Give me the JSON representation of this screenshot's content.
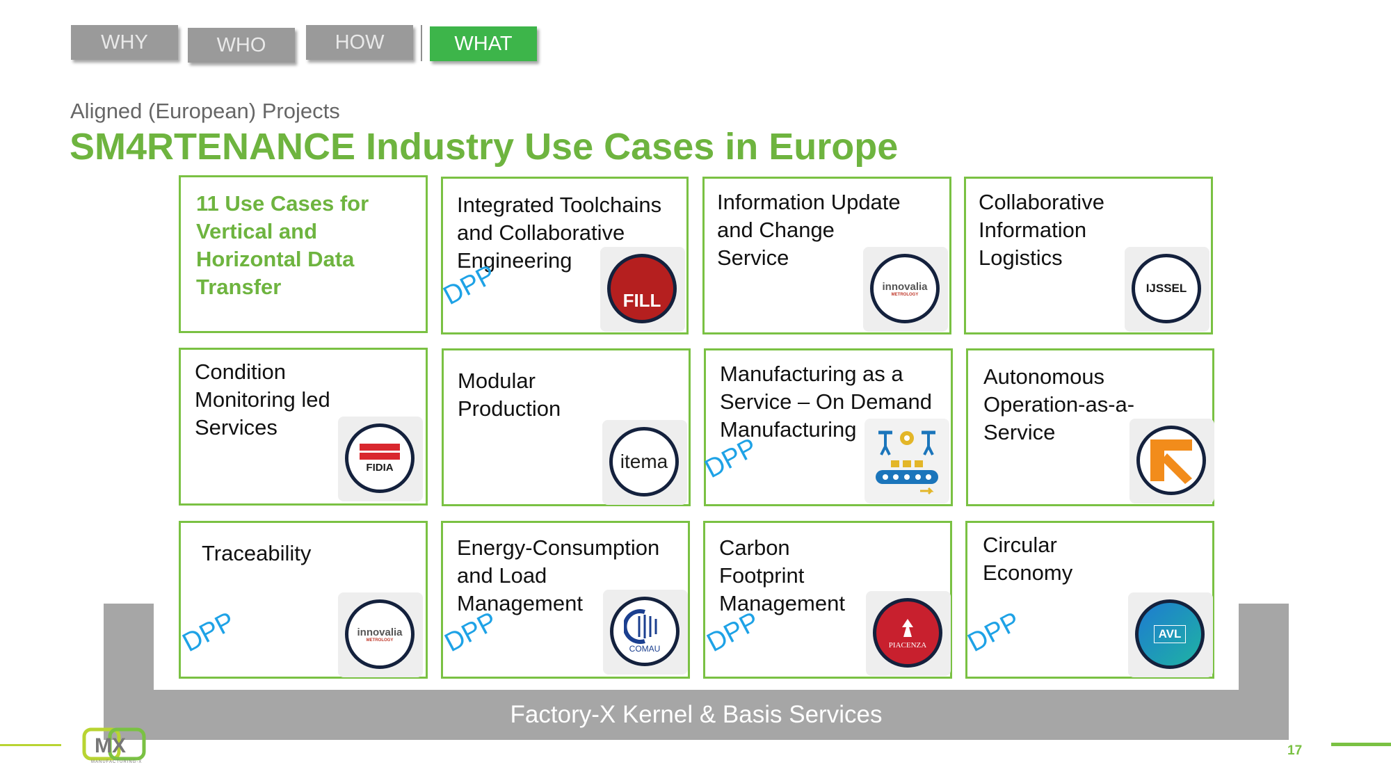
{
  "nav": {
    "tabs": [
      {
        "label": "WHY",
        "active": false
      },
      {
        "label": "WHO",
        "active": false
      },
      {
        "label": "HOW",
        "active": false
      },
      {
        "label": "WHAT",
        "active": true
      }
    ]
  },
  "header": {
    "subtitle": "Aligned (European) Projects",
    "title": "SM4RTENANCE Industry Use Cases in Europe"
  },
  "intro": {
    "label_lines": [
      "11 Use Cases for",
      "Vertical and",
      "Horizontal Data",
      "Transfer"
    ]
  },
  "use_cases": [
    {
      "lines": [
        "Integrated Toolchains",
        "and Collaborative",
        "Engineering"
      ],
      "logo": "FILL",
      "logo_icon": "fill-logo-icon",
      "dpp": "DPP"
    },
    {
      "lines": [
        "Information Update",
        "and Change",
        "Service"
      ],
      "logo": "innovalia",
      "logo_sub": "METROLOGY",
      "logo_icon": "innovalia-logo-icon",
      "dpp": ""
    },
    {
      "lines": [
        "Collaborative",
        "Information",
        "Logistics"
      ],
      "logo": "IJSSEL",
      "logo_icon": "ijssel-logo-icon",
      "dpp": ""
    },
    {
      "lines": [
        "Condition",
        "Monitoring led",
        "Services"
      ],
      "logo": "FIDIA",
      "logo_icon": "fidia-logo-icon",
      "dpp": ""
    },
    {
      "lines": [
        "Modular",
        "Production"
      ],
      "logo": "itema",
      "logo_icon": "itema-logo-icon",
      "dpp": ""
    },
    {
      "lines": [
        "Manufacturing as a",
        "Service – On Demand",
        "Manufacturing"
      ],
      "logo": "",
      "logo_icon": "conveyor-robot-icon",
      "dpp": "DPP"
    },
    {
      "lines": [
        "Autonomous",
        "Operation-as-a-",
        "Service"
      ],
      "logo": "",
      "logo_icon": "orange-arrow-logo-icon",
      "dpp": ""
    },
    {
      "lines": [
        "Traceability"
      ],
      "logo": "innovalia",
      "logo_sub": "METROLOGY",
      "logo_icon": "innovalia-logo-icon",
      "dpp": "DPP"
    },
    {
      "lines": [
        "Energy-Consumption",
        "and Load",
        "Management"
      ],
      "logo": "COMAU",
      "logo_icon": "comau-logo-icon",
      "dpp": "DPP"
    },
    {
      "lines": [
        "Carbon",
        "Footprint",
        "Management"
      ],
      "logo": "PIACENZA",
      "logo_icon": "piacenza-logo-icon",
      "dpp": "DPP"
    },
    {
      "lines": [
        "Circular",
        "Economy"
      ],
      "logo": "AVL",
      "logo_icon": "avl-logo-icon",
      "dpp": "DPP"
    }
  ],
  "kernel": {
    "label": "Factory-X Kernel & Basis Services"
  },
  "footer": {
    "page_number": "17",
    "logo_text": "MX",
    "logo_sub": "MANUFACTURING-X"
  },
  "colors": {
    "accent_green": "#6eb43f",
    "border_green": "#7ac143",
    "dpp_blue": "#1ea2e6",
    "tab_grey": "#9a9a9a",
    "kernel_grey": "#a6a6a6"
  }
}
